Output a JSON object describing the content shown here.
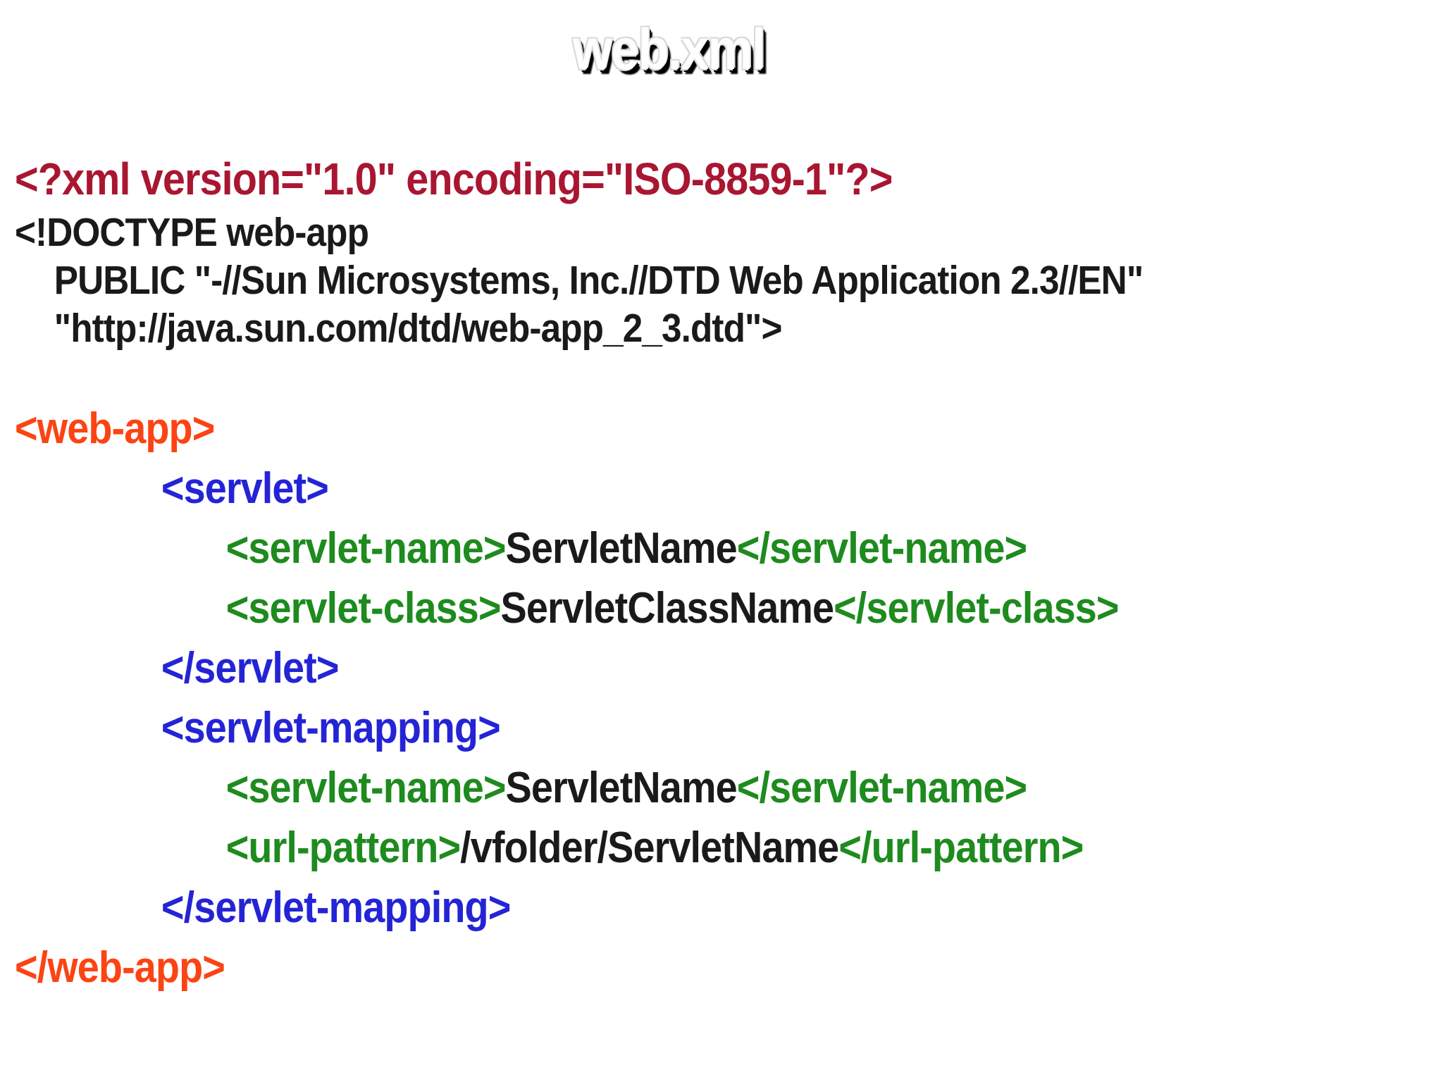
{
  "title": "web.xml",
  "colors": {
    "xml_declaration": "#A91631",
    "doctype_text": "#1A1A1A",
    "root_tag": "#FB4413",
    "structural_tag": "#2424D6",
    "property_tag": "#1E8B1E",
    "value_text": "#1A1A1A",
    "background": "#FFFFFF",
    "title_fill": "#FFFFFF",
    "title_shadow": "#000000"
  },
  "code": {
    "xml_declaration": "<?xml version=\"1.0\" encoding=\"ISO-8859-1\"?>",
    "doctype": {
      "open": "<!DOCTYPE web-app",
      "public_id": "PUBLIC \"-//Sun Microsystems, Inc.//DTD Web Application 2.3//EN\"",
      "system_id": "\"http://java.sun.com/dtd/web-app_2_3.dtd\">"
    },
    "web_app": {
      "open": "<web-app>",
      "close": "</web-app>"
    },
    "servlet": {
      "open": "<servlet>",
      "close": "</servlet>",
      "name": {
        "open": "<servlet-name>",
        "value": "ServletName",
        "close": "</servlet-name>"
      },
      "class": {
        "open": "<servlet-class>",
        "value": "ServletClassName",
        "close": "</servlet-class>"
      }
    },
    "servlet_mapping": {
      "open": "<servlet-mapping>",
      "close": "</servlet-mapping>",
      "name": {
        "open": "<servlet-name>",
        "value": "ServletName",
        "close": "</servlet-name>"
      },
      "url_pattern": {
        "open": "<url-pattern>",
        "value": "/vfolder/ServletName",
        "close": "</url-pattern>"
      }
    }
  }
}
